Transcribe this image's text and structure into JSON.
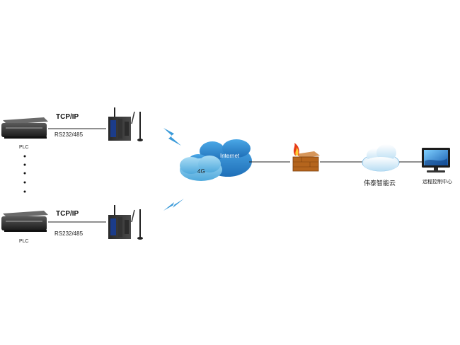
{
  "devices": {
    "plc_label": "PLC",
    "protocol_label": "TCP/IP",
    "serial_label": "RS232/485"
  },
  "network": {
    "cellular_label": "4G",
    "internet_label": "Internet"
  },
  "cloud_service": {
    "label": "伟泰智能云"
  },
  "control_center": {
    "label": "远程控制中心"
  },
  "colors": {
    "cloud_blue": "#2f8fd8",
    "cloud_light": "#7cc3ec",
    "signal": "#3a9ad9",
    "line": "#222222",
    "firewall": "#b5651d"
  }
}
